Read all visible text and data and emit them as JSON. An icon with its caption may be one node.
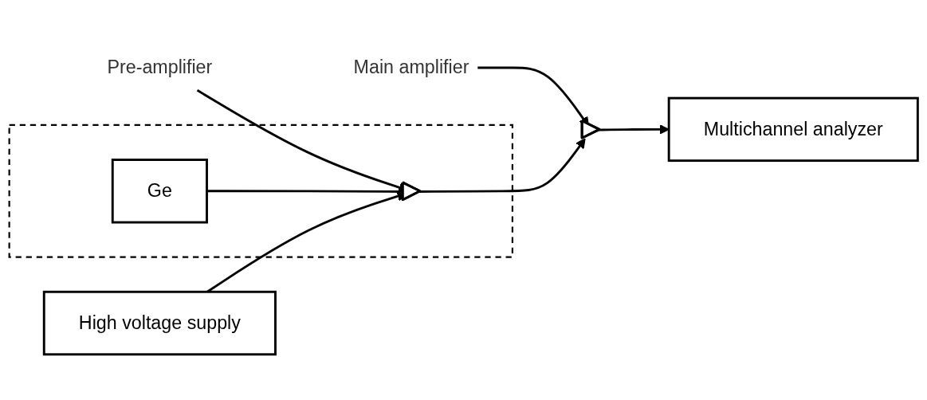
{
  "diagram": {
    "nodes": [
      {
        "text": [
          "Pre-amplifier"
        ]
      },
      {
        "text": [
          "Main amplifier"
        ]
      },
      {
        "text": [],
        "shape": "box"
      },
      {
        "text": [
          "Ge"
        ],
        "in": 2
      },
      {
        "text": [],
        "shape": "triangle",
        "in": 2
      },
      {
        "text": [],
        "shape": "triangle"
      },
      {
        "text": [
          "Multichannel analyzer"
        ]
      },
      {
        "text": [
          "High voltage supply"
        ]
      }
    ],
    "edges": [
      {
        "from": 0,
        "to": 4,
        "arrow": "to"
      },
      {
        "from": 1,
        "to": 5,
        "arrow": "to"
      },
      {
        "from": 3,
        "to": 4,
        "arrow": "to"
      },
      {
        "from": 4,
        "to": 5,
        "arrow": "to"
      },
      {
        "from": 5,
        "to": 6,
        "arrow": "to"
      },
      {
        "from": 7,
        "to": 4,
        "arrow": "to"
      }
    ]
  }
}
